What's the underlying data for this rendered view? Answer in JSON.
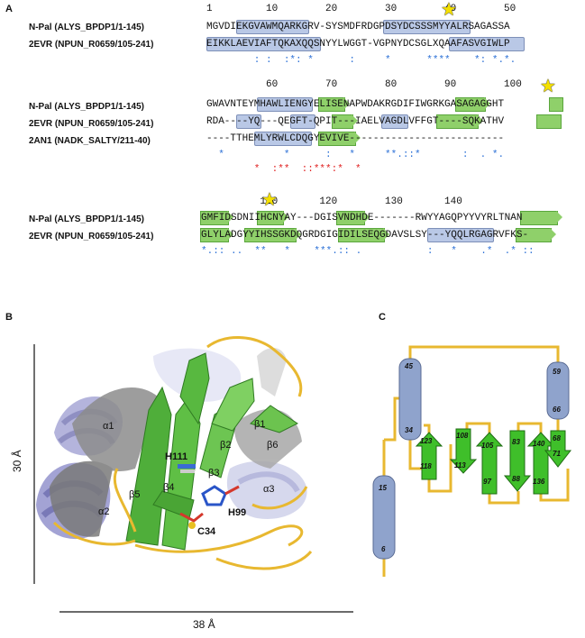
{
  "panels": {
    "a": "A",
    "b": "B",
    "c": "C"
  },
  "block1": {
    "ruler": "1         10        20        30        40        50",
    "names": [
      "N-Pal (ALYS_BPDP1/1-145)",
      "2EVR (NPUN_R0659/105-241)"
    ],
    "seqs": [
      "MGVDIEKGVAWMQARKGRV-SYSMDFRDGPDSYDCSSSMYYALRSAGASSA",
      "EIKKLAEVIAFTQKAXQQSNYYLWGGT-VGPNYDCSGLXQAAFASVGIWLP"
    ],
    "cons": "        : :  :*: *      :     *      ****    *: *.*."
  },
  "block2": {
    "ruler": "          60        70        80        90        100",
    "names": [
      "N-Pal (ALYS_BPDP1/1-145)",
      "2EVR (NPUN_R0659/105-241)",
      "2AN1 (NADK_SALTY/211-40)"
    ],
    "seqs": [
      "GWAVNTEYMHAWLIENGYELISENAPWDAKRGDIFIWGRKGASAGAGGHT",
      "RDA----YQ---QEGFT-QPIT---IAELVAGDLVFFGT----SQKATHV",
      "----TTHEMLYRWLCDQGYEVIVE--------------------------"
    ],
    "cons_blue": "  *          *      :   *     **.::*       :  . *.",
    "cons_red": "        *  :**  ::***:*  *"
  },
  "block3": {
    "ruler": "         110       120        130       140",
    "names": [
      "N-Pal (ALYS_BPDP1/1-145)",
      "2EVR (NPUN_R0659/105-241)"
    ],
    "seqs": [
      "GMFIDSDNIIHCNYAY---DGISVNDHDE-------RWYYAGQPYYVYRLTNAN",
      "GLYLADGYYIHSSGKDQGRDGIGIDILSEQGDAVSLSY---YQQLRGAGRVFKS-"
    ],
    "cons": "*.:: ..  **   *    ***.:: .           :   *    .*  .* ::"
  },
  "structure": {
    "labels": [
      "α1",
      "α2",
      "α3",
      "β1",
      "β2",
      "β3",
      "β4",
      "β5",
      "β6",
      "H111",
      "H99",
      "C34"
    ],
    "scale_vertical": "30 Å",
    "scale_horizontal": "38 Å"
  },
  "topology": {
    "helices": [
      "45",
      "34",
      "15",
      "6",
      "59",
      "66"
    ],
    "strands": [
      "123",
      "118",
      "108",
      "113",
      "105",
      "97",
      "83",
      "88",
      "140",
      "136",
      "68",
      "71"
    ]
  },
  "colors": {
    "helix": "#b9c8e6",
    "strand": "#8fd06a",
    "loop": "#e8b830",
    "grey": "#8c8c8c"
  }
}
